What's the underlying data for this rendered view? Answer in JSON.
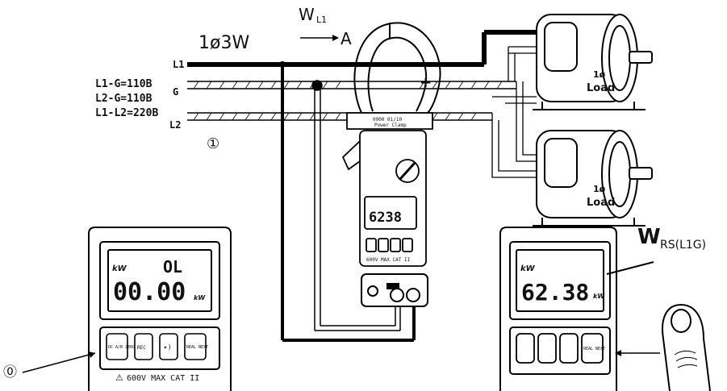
{
  "wiring": {
    "system_label": "1ø3W",
    "measure_label": "W",
    "measure_sub": "L1",
    "current_arrow_label": "A",
    "line_labels": {
      "l1": "L1",
      "g": "G",
      "l2": "L2"
    },
    "voltage_notes": [
      "L1-G=110B",
      "L2-G=110B",
      "L1-L2=220B"
    ],
    "step_1_marker": "①"
  },
  "loads": [
    {
      "label_top": "1ø",
      "label_bottom": "Load"
    },
    {
      "label_top": "1ø",
      "label_bottom": "Load"
    }
  ],
  "clamp_meter": {
    "model_text": "0900 01/10",
    "title_text": "Power Clamp",
    "polarity_mark": "+",
    "lcd_reading": "6238",
    "buttons": [
      "",
      "",
      "",
      ""
    ],
    "bottom_text": "600V MAX CAT II"
  },
  "left_panel": {
    "lcd_top": "OL",
    "lcd_main": "00.00",
    "lcd_unit": "kW",
    "mode_indicator": "kW",
    "buttons": [
      "DC A/B ZERO",
      "REC",
      "▸)",
      "REAL NEXT"
    ],
    "bottom_text": "600V MAX CAT II",
    "step_0_marker": "⓪"
  },
  "right_panel": {
    "lcd_main": "62.38",
    "lcd_unit": "kW",
    "mode_indicator": "kW",
    "title": "W",
    "title_sub": "RS(L1G)",
    "buttons": [
      "",
      "",
      "",
      "REAL NEXT"
    ]
  }
}
